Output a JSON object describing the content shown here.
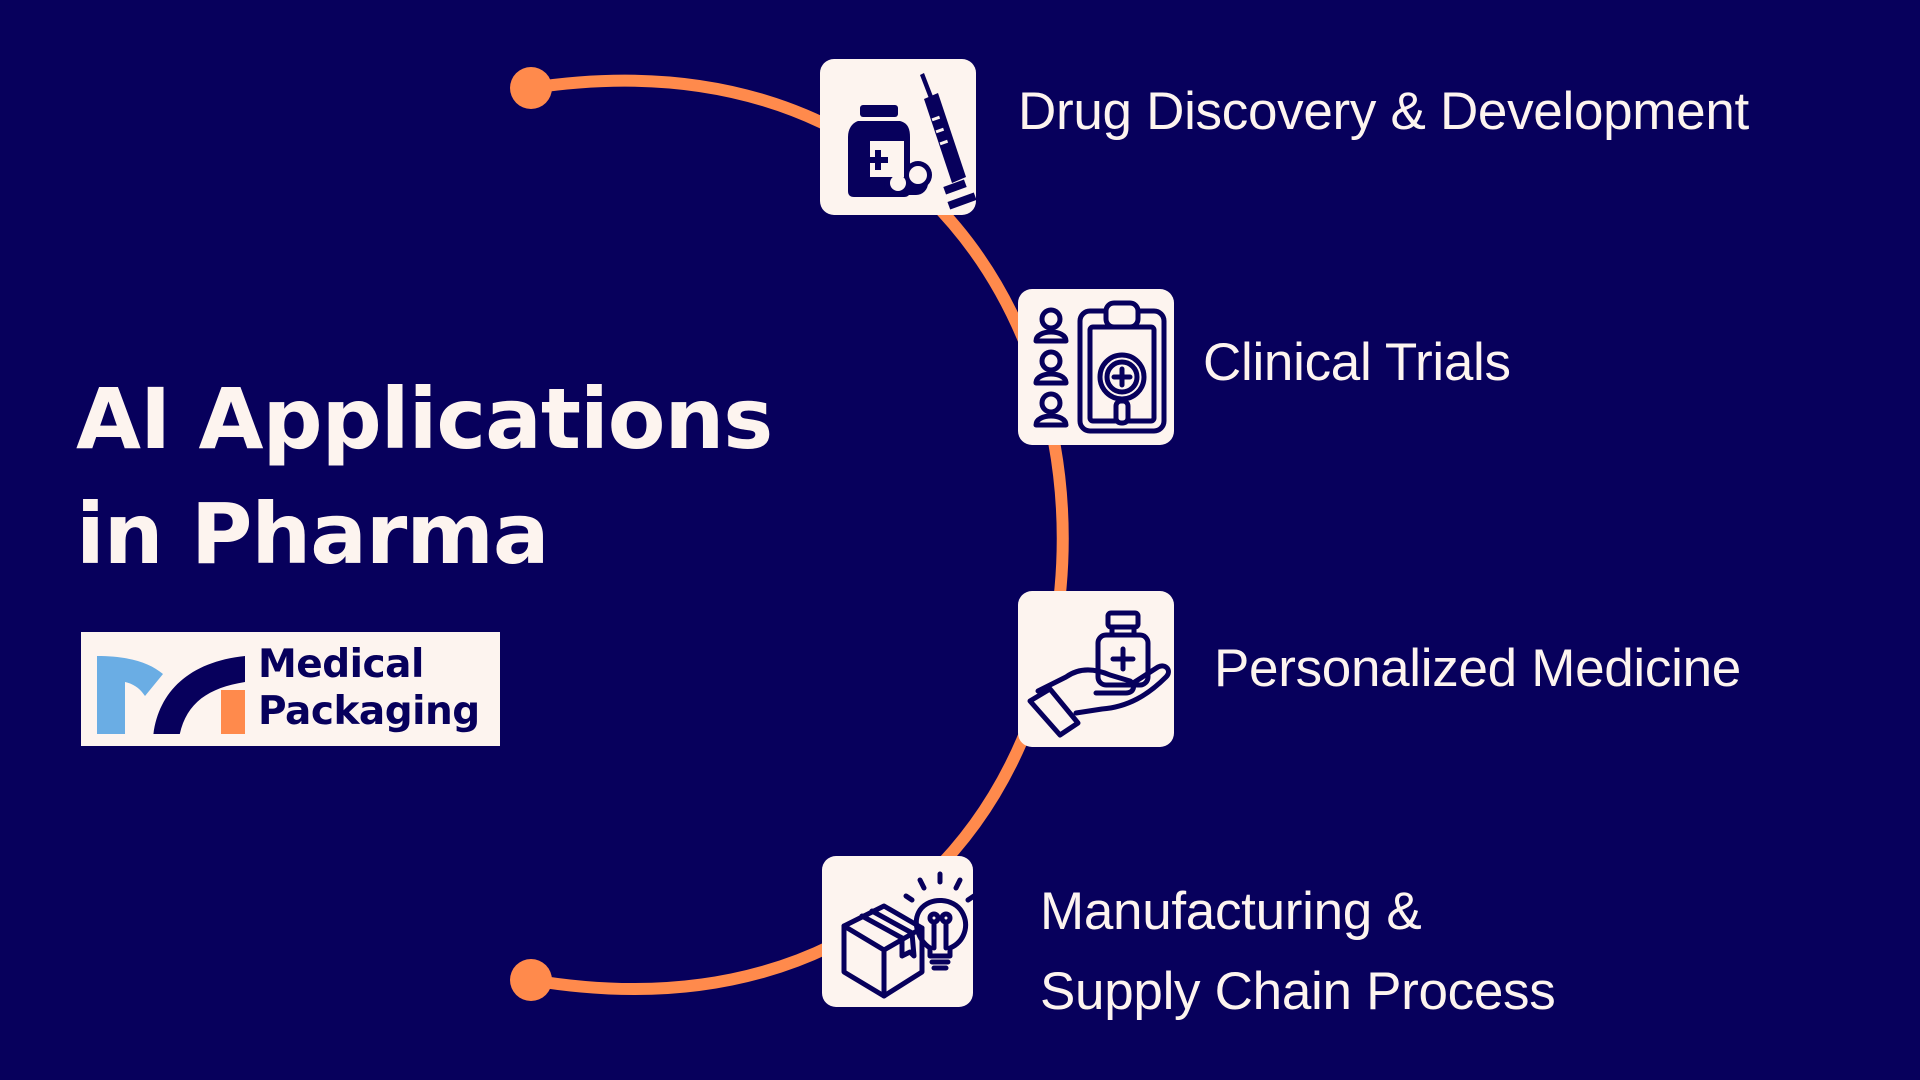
{
  "title": {
    "line1": "AI Applications",
    "line2": "in Pharma"
  },
  "logo": {
    "line1": "Medical",
    "line2": "Packaging"
  },
  "applications": [
    {
      "label": "Drug Discovery & Development",
      "icon": "syringe-vial-pills-icon"
    },
    {
      "label": "Clinical Trials",
      "icon": "clipboard-patients-magnifier-icon"
    },
    {
      "label": "Personalized Medicine",
      "icon": "hand-holding-medicine-icon"
    },
    {
      "label_line1": "Manufacturing &",
      "label_line2": "Supply Chain Process",
      "icon": "box-lightbulb-icon"
    }
  ],
  "colors": {
    "background": "#07005c",
    "accent": "#ff8a4c",
    "card": "#fdf4ef",
    "logo_blue": "#6aade4"
  }
}
